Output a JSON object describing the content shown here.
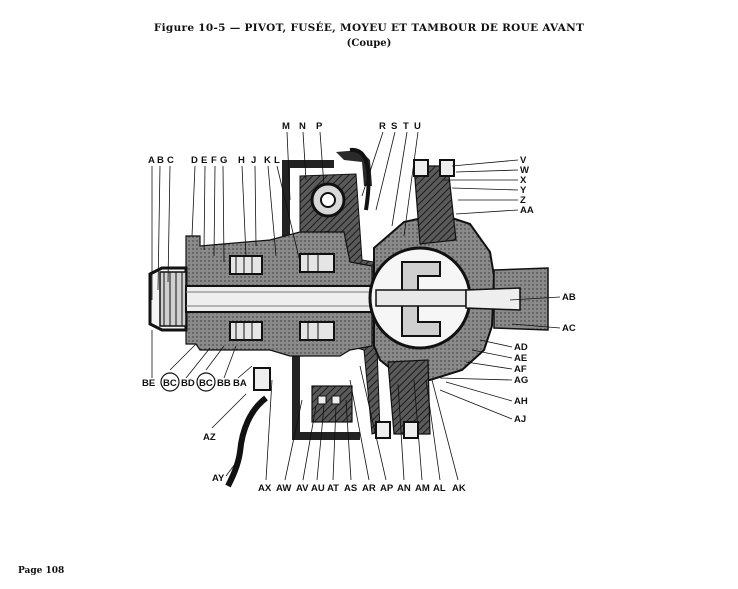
{
  "figure": {
    "title": "Figure 10-5 — PIVOT, FUSÉE, MOYEU ET TAMBOUR DE ROUE AVANT",
    "subtitle": "(Coupe)"
  },
  "page": {
    "label": "Page 108"
  },
  "callouts": {
    "top_left": [
      "A",
      "B",
      "C",
      "D",
      "E",
      "F",
      "G",
      "H",
      "J",
      "K",
      "L"
    ],
    "top_mid": [
      "M",
      "N",
      "P"
    ],
    "top_right": [
      "R",
      "S",
      "T",
      "U"
    ],
    "right": [
      "V",
      "W",
      "X",
      "Y",
      "Z",
      "AA",
      "AB",
      "AC",
      "AD",
      "AE",
      "AF",
      "AG",
      "AH",
      "AJ"
    ],
    "bottom": [
      "AY",
      "AX",
      "AW",
      "AV",
      "AU",
      "AT",
      "AS",
      "AR",
      "AP",
      "AN",
      "AM",
      "AL",
      "AK"
    ],
    "left_row": [
      "BE",
      "BC",
      "BD",
      "BC",
      "BB",
      "BA",
      "AZ"
    ]
  }
}
